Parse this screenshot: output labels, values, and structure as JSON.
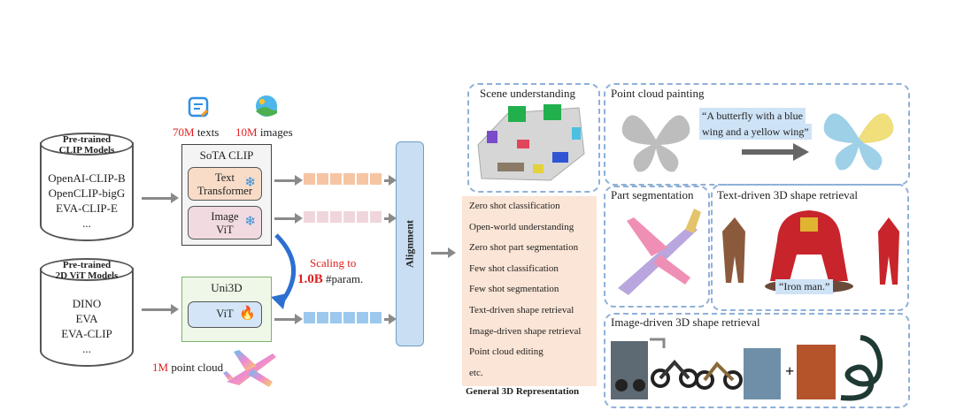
{
  "inputs": {
    "texts_count": "70M",
    "texts_label": "texts",
    "images_count": "10M",
    "images_label": "images"
  },
  "db_clip": {
    "title_line1": "Pre-trained",
    "title_line2": "CLIP Models",
    "items": [
      "OpenAI-CLIP-B",
      "OpenCLIP-bigG",
      "EVA-CLIP-E",
      "..."
    ]
  },
  "db_vit": {
    "title_line1": "Pre-trained",
    "title_line2": "2D ViT Models",
    "items": [
      "DINO",
      "EVA",
      "EVA-CLIP",
      "..."
    ]
  },
  "sota": {
    "title": "SoTA CLIP",
    "text_line1": "Text",
    "text_line2": "Transformer",
    "image_line1": "Image",
    "image_line2": "ViT"
  },
  "scaling": {
    "line1": "Scaling to",
    "bold": "1.0B",
    "rest": " #param."
  },
  "uni3d": {
    "title": "Uni3D",
    "vit": "ViT"
  },
  "pointcloud": {
    "count": "1M",
    "label": " point cloud"
  },
  "alignment": "Alignment",
  "tasks": {
    "items": [
      "Zero shot classification",
      "Open-world understanding",
      "Zero shot part segmentation",
      "Few shot classification",
      "Few shot segmentation",
      "Text-driven shape retrieval",
      "Image-driven shape retrieval",
      "Point cloud editing",
      "etc."
    ],
    "footer": "General 3D Representation"
  },
  "panels": {
    "scene": "Scene understanding",
    "painting": "Point cloud painting",
    "painting_quote_1": "“A butterfly with a blue",
    "painting_quote_2": "wing and a yellow wing”",
    "part": "Part segmentation",
    "text_retrieval": "Text-driven 3D shape retrieval",
    "text_quote": "“Iron man.”",
    "image_retrieval": "Image-driven 3D shape retrieval"
  },
  "colors": {
    "accent_red": "#e02020",
    "text_token": "#f6c5a3",
    "image_token": "#f0d6dc",
    "uni_token": "#9cc8ee",
    "alignment_bg": "#c9def2",
    "tasks_bg": "#fbe5d6"
  }
}
